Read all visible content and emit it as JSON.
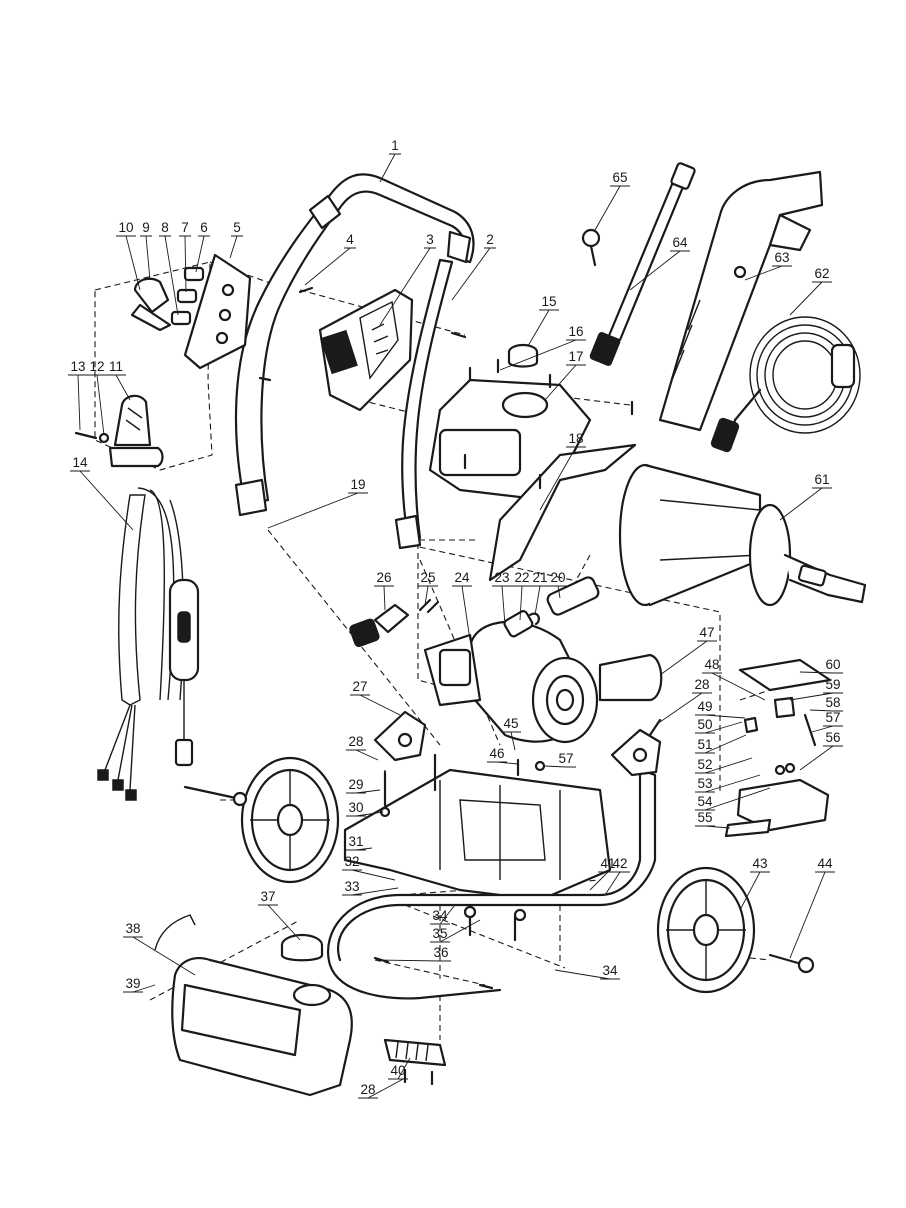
{
  "figure": {
    "style": "exploded parts diagram, black line art on white",
    "accent_color": "#1a1a1a",
    "background_color": "#ffffff"
  },
  "callouts": [
    {
      "id": "c1",
      "label": "1"
    },
    {
      "id": "c2",
      "label": "2"
    },
    {
      "id": "c3",
      "label": "3"
    },
    {
      "id": "c4",
      "label": "4"
    },
    {
      "id": "c5",
      "label": "5"
    },
    {
      "id": "c6",
      "label": "6"
    },
    {
      "id": "c7",
      "label": "7"
    },
    {
      "id": "c8",
      "label": "8"
    },
    {
      "id": "c9",
      "label": "9"
    },
    {
      "id": "c10",
      "label": "10"
    },
    {
      "id": "c11",
      "label": "11"
    },
    {
      "id": "c12",
      "label": "12"
    },
    {
      "id": "c13",
      "label": "13"
    },
    {
      "id": "c14",
      "label": "14"
    },
    {
      "id": "c15",
      "label": "15"
    },
    {
      "id": "c16",
      "label": "16"
    },
    {
      "id": "c17",
      "label": "17"
    },
    {
      "id": "c18",
      "label": "18"
    },
    {
      "id": "c19",
      "label": "19"
    },
    {
      "id": "c20",
      "label": "20"
    },
    {
      "id": "c21",
      "label": "21"
    },
    {
      "id": "c22",
      "label": "22"
    },
    {
      "id": "c23",
      "label": "23"
    },
    {
      "id": "c24",
      "label": "24"
    },
    {
      "id": "c25",
      "label": "25"
    },
    {
      "id": "c26",
      "label": "26"
    },
    {
      "id": "c27",
      "label": "27"
    },
    {
      "id": "c28a",
      "label": "28"
    },
    {
      "id": "c28b",
      "label": "28"
    },
    {
      "id": "c28c",
      "label": "28"
    },
    {
      "id": "c29",
      "label": "29"
    },
    {
      "id": "c30",
      "label": "30"
    },
    {
      "id": "c31",
      "label": "31"
    },
    {
      "id": "c32",
      "label": "32"
    },
    {
      "id": "c33",
      "label": "33"
    },
    {
      "id": "c34a",
      "label": "34"
    },
    {
      "id": "c34b",
      "label": "34"
    },
    {
      "id": "c35",
      "label": "35"
    },
    {
      "id": "c36",
      "label": "36"
    },
    {
      "id": "c37",
      "label": "37"
    },
    {
      "id": "c38",
      "label": "38"
    },
    {
      "id": "c39",
      "label": "39"
    },
    {
      "id": "c40",
      "label": "40"
    },
    {
      "id": "c41",
      "label": "41"
    },
    {
      "id": "c42",
      "label": "42"
    },
    {
      "id": "c43",
      "label": "43"
    },
    {
      "id": "c44",
      "label": "44"
    },
    {
      "id": "c45",
      "label": "45"
    },
    {
      "id": "c46",
      "label": "46"
    },
    {
      "id": "c47",
      "label": "47"
    },
    {
      "id": "c48",
      "label": "48"
    },
    {
      "id": "c49",
      "label": "49"
    },
    {
      "id": "c50",
      "label": "50"
    },
    {
      "id": "c51",
      "label": "51"
    },
    {
      "id": "c52",
      "label": "52"
    },
    {
      "id": "c53",
      "label": "53"
    },
    {
      "id": "c54",
      "label": "54"
    },
    {
      "id": "c55",
      "label": "55"
    },
    {
      "id": "c56",
      "label": "56"
    },
    {
      "id": "c57a",
      "label": "57"
    },
    {
      "id": "c57b",
      "label": "57"
    },
    {
      "id": "c58",
      "label": "58"
    },
    {
      "id": "c59",
      "label": "59"
    },
    {
      "id": "c60",
      "label": "60"
    },
    {
      "id": "c61",
      "label": "61"
    },
    {
      "id": "c62",
      "label": "62"
    },
    {
      "id": "c63",
      "label": "63"
    },
    {
      "id": "c64",
      "label": "64"
    },
    {
      "id": "c65",
      "label": "65"
    }
  ]
}
